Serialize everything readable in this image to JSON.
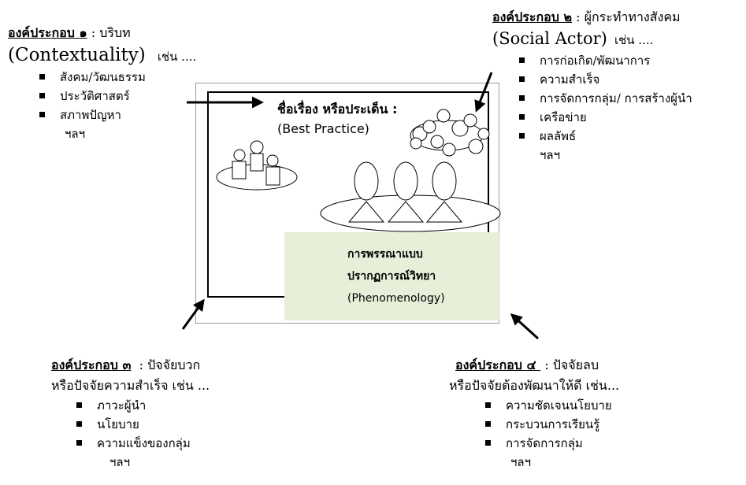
{
  "component1": {
    "label": "องค์ประกอบ ๑",
    "sep": " : ",
    "title": "บริบท",
    "english": "(Contextuality)",
    "suffix": "เช่น ....",
    "items": [
      "สังคม/วัฒนธรรม",
      "ประวัติศาสตร์",
      "สภาพปัญหา"
    ],
    "etc": "ฯลฯ"
  },
  "component2": {
    "label": "องค์ประกอบ ๒",
    "sep": " : ",
    "title": "ผู้กระทำทางสังคม",
    "english": "(Social Actor)",
    "suffix": "เช่น ....",
    "items": [
      "การก่อเกิด/พัฒนาการ",
      "ความสำเร็จ",
      "การจัดการกลุ่ม/ การสร้างผู้นำ",
      "เครือข่าย",
      "ผลลัพธ์"
    ],
    "etc": "ฯลฯ"
  },
  "component3": {
    "label": "องค์ประกอบ ๓",
    "sep": "  : ",
    "title": "ปัจจัยบวก",
    "line2": "หรือปัจจัยความสำเร็จ เช่น ...",
    "items": [
      "ภาวะผู้นำ",
      "นโยบาย",
      "ความแข็งของกลุ่ม"
    ],
    "etc": "ฯลฯ"
  },
  "component4": {
    "label": "องค์ประกอบ ๔ ",
    "sep": " : ",
    "title": "ปัจจัยลบ",
    "line2": "หรือปัจจัยต้องพัฒนาให้ดี เช่น...",
    "items": [
      "ความชัดเจนนโยบาย",
      "กระบวนการเรียนรู้",
      "การจัดการกลุ่ม"
    ],
    "etc": "ฯลฯ"
  },
  "center": {
    "topic": "ชื่อเรื่อง หรือประเด็น :",
    "sub": "(Best Practice)"
  },
  "method": {
    "line1": "การพรรณาแบบ",
    "line2": "ปรากฏการณ์วิทยา",
    "line3": "(Phenomenology)"
  },
  "colors": {
    "method_box": "#e7efd9"
  }
}
